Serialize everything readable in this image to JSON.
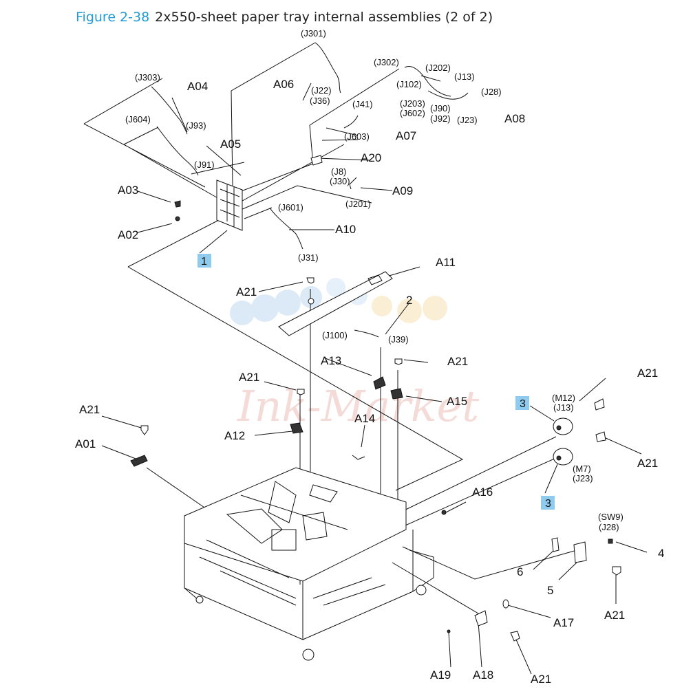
{
  "figure": {
    "number": "Figure 2-38",
    "caption": "2x550-sheet paper tray internal assemblies (2 of 2)"
  },
  "callouts": [
    "A04",
    "A06",
    "A05",
    "A07",
    "A08",
    "A20",
    "A09",
    "A03",
    "A10",
    "A02",
    "A11",
    "A21",
    "2",
    "A13",
    "A21",
    "A21",
    "A15",
    "A21",
    "A21",
    "A14",
    "A12",
    "A01",
    "A16",
    "A21",
    "6",
    "5",
    "A21",
    "4",
    "A17",
    "A19",
    "A18",
    "A21"
  ],
  "connectors": [
    "(J301)",
    "(J303)",
    "(J302)",
    "(J202)",
    "(J13)",
    "(J102)",
    "(J22)",
    "(J36)",
    "(J28)",
    "(J203)",
    "(J602)",
    "(J90)",
    "(J92)",
    "(J23)",
    "(J93)",
    "(J604)",
    "(J41)",
    "(J603)",
    "(J91)",
    "(J8)",
    "(J30)",
    "(J201)",
    "(J601)",
    "(J31)",
    "(J100)",
    "(J39)",
    "(M12)",
    "(J13)",
    "(M7)",
    "(J23)",
    "(SW9)",
    "(J28)"
  ],
  "badges": [
    "1",
    "3",
    "3"
  ],
  "watermark": "Ink-Market",
  "colors": {
    "title_accent": "#1e9bd7",
    "badge_fill": "#8fcbee"
  }
}
